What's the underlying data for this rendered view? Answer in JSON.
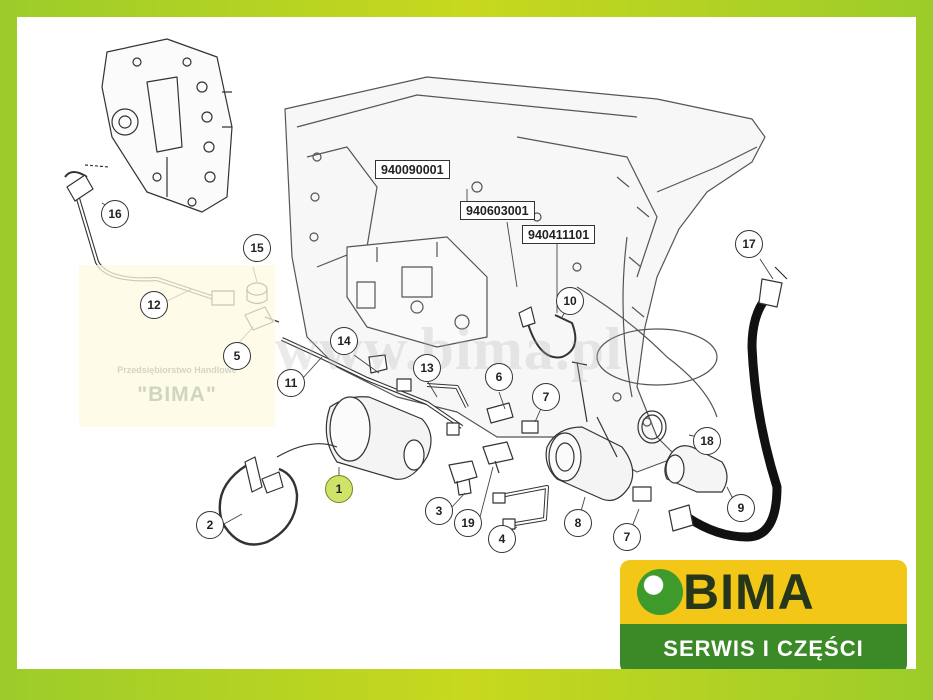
{
  "callouts": [
    {
      "id": "callout-1",
      "label": "1",
      "highlight": true
    },
    {
      "id": "callout-2",
      "label": "2"
    },
    {
      "id": "callout-3",
      "label": "3"
    },
    {
      "id": "callout-4",
      "label": "4"
    },
    {
      "id": "callout-5",
      "label": "5"
    },
    {
      "id": "callout-6",
      "label": "6"
    },
    {
      "id": "callout-7a",
      "label": "7"
    },
    {
      "id": "callout-7b",
      "label": "7"
    },
    {
      "id": "callout-8",
      "label": "8"
    },
    {
      "id": "callout-9",
      "label": "9"
    },
    {
      "id": "callout-10",
      "label": "10"
    },
    {
      "id": "callout-11",
      "label": "11"
    },
    {
      "id": "callout-12",
      "label": "12"
    },
    {
      "id": "callout-13",
      "label": "13"
    },
    {
      "id": "callout-14",
      "label": "14"
    },
    {
      "id": "callout-15",
      "label": "15"
    },
    {
      "id": "callout-16",
      "label": "16"
    },
    {
      "id": "callout-17",
      "label": "17"
    },
    {
      "id": "callout-18",
      "label": "18"
    },
    {
      "id": "callout-19",
      "label": "19"
    }
  ],
  "part_numbers": [
    {
      "id": "partno-940090001",
      "label": "940090001"
    },
    {
      "id": "partno-940603001",
      "label": "940603001"
    },
    {
      "id": "partno-940411101",
      "label": "940411101"
    }
  ],
  "watermark": {
    "firm": "Przedsiębiorstwo Handlowe",
    "name": "\"BIMA\"",
    "url": "www.bima.pl"
  },
  "logo": {
    "word": "BIMA",
    "tagline": "SERWIS I CZĘŚCI",
    "colors": {
      "top": "#f3c718",
      "bottom": "#3b8a27",
      "frame": "#9ccc2a"
    }
  }
}
